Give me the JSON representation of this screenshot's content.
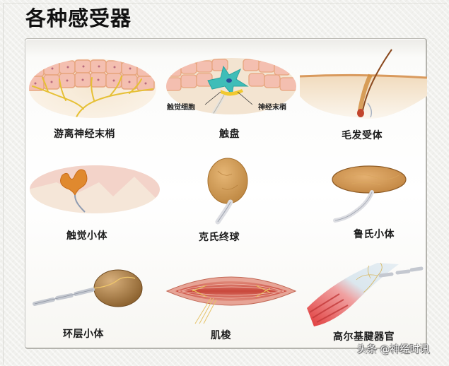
{
  "title": "各种感受器",
  "receptors": [
    {
      "id": "free-nerve-endings",
      "label": "游离神经末梢",
      "icon": "free-nerve-endings-illustration"
    },
    {
      "id": "merkel-disc",
      "label": "触盘",
      "icon": "merkel-disc-illustration",
      "callouts": {
        "left": "触觉细胞",
        "right": "神经末梢"
      }
    },
    {
      "id": "hair-receptor",
      "label": "毛发受体",
      "icon": "hair-receptor-illustration"
    },
    {
      "id": "meissner-corpuscle",
      "label": "触觉小体",
      "icon": "meissner-corpuscle-illustration"
    },
    {
      "id": "krause-end-bulb",
      "label": "克氏终球",
      "icon": "krause-end-bulb-illustration"
    },
    {
      "id": "ruffini-corpuscle",
      "label": "鲁氏小体",
      "icon": "ruffini-corpuscle-illustration"
    },
    {
      "id": "pacinian-corpuscle",
      "label": "环层小体",
      "icon": "pacinian-corpuscle-illustration"
    },
    {
      "id": "muscle-spindle",
      "label": "肌梭",
      "icon": "muscle-spindle-illustration"
    },
    {
      "id": "golgi-tendon-organ",
      "label": "高尔基腱器官",
      "icon": "golgi-tendon-organ-illustration"
    }
  ],
  "watermark": "头条 @神经时讯",
  "colors": {
    "skin_cell": "#f3b9a9",
    "nerve_yellow": "#e8c23a",
    "dermis": "#f3e3cc",
    "capsule": "#c98f4b",
    "muscle_red": "#d9544a",
    "merkel_cell": "#3fbdb8"
  }
}
